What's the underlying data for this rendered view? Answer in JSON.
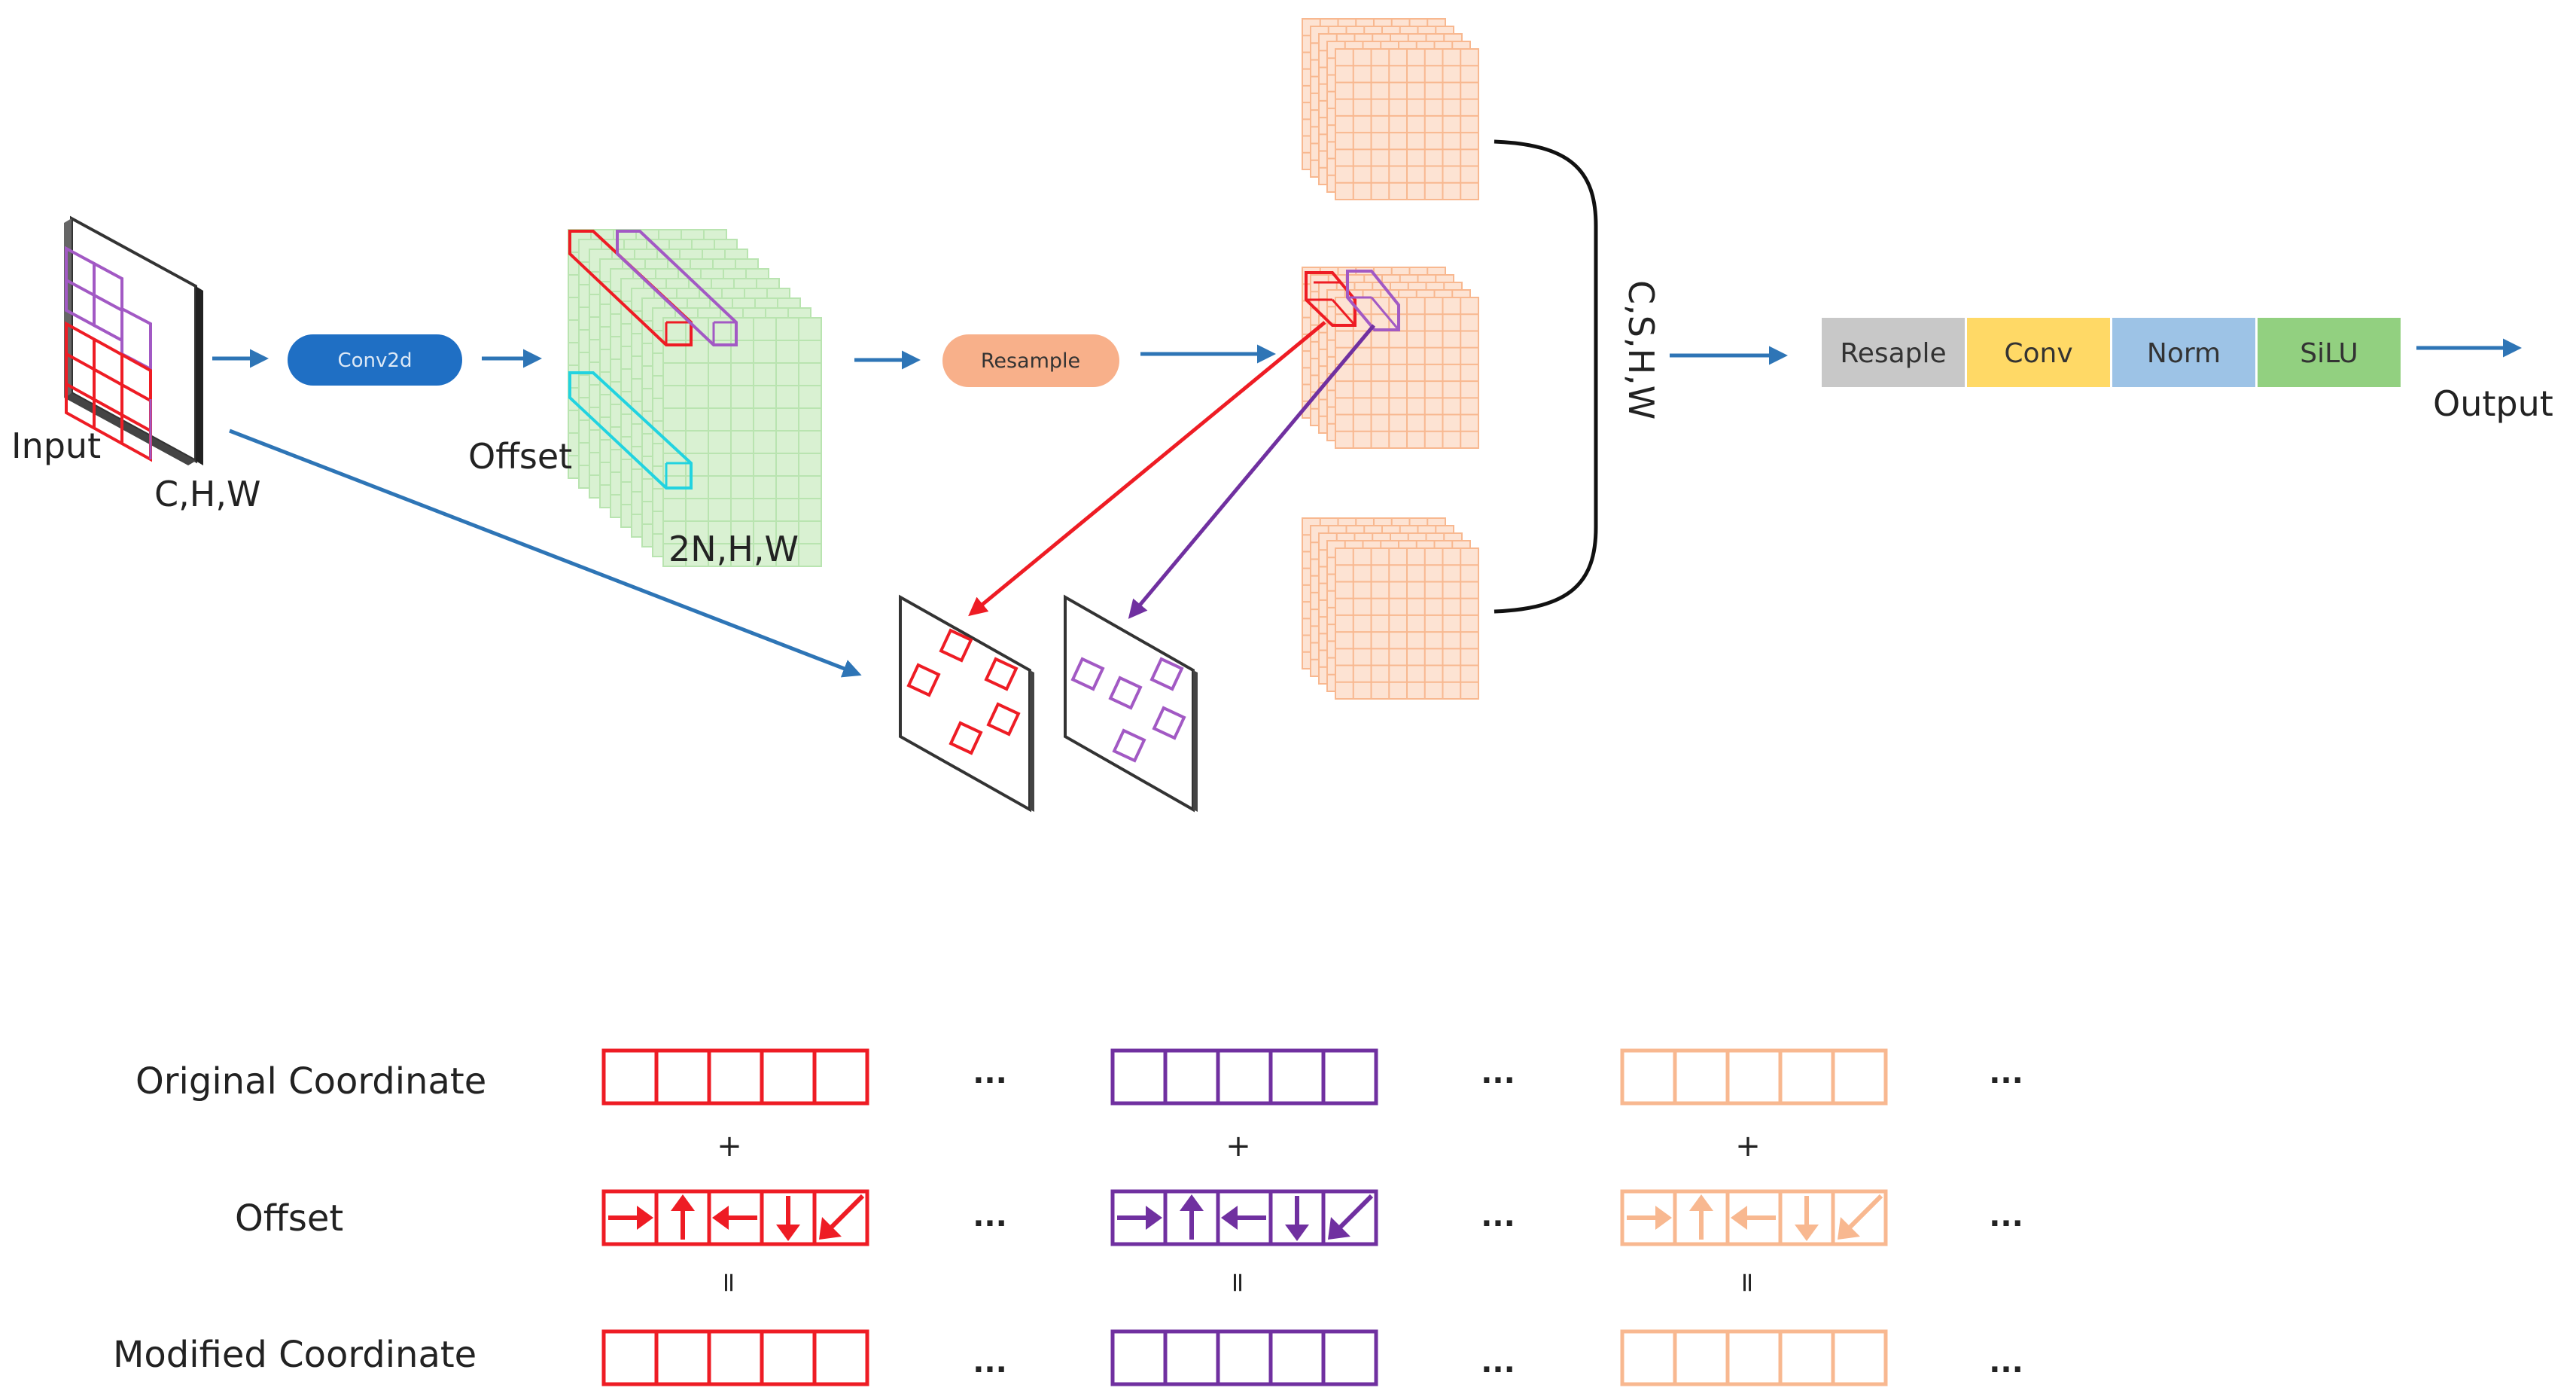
{
  "labels": {
    "input": "Input",
    "input_dims": "C,H,W",
    "offset": "Offset",
    "offset_dims": "2N,H,W",
    "output": "Output",
    "concat_dims": "C,S,H,W",
    "original_coordinate": "Original Coordinate",
    "offset_row": "Offset",
    "modified_coordinate": "Modified Coordinate",
    "plus": "+",
    "equals": "=",
    "ellipsis": "..."
  },
  "ops": {
    "conv2d": "Conv2d",
    "resample": "Resample"
  },
  "pipeline": [
    {
      "label": "Resaple",
      "color": "#c8c8c8"
    },
    {
      "label": "Conv",
      "color": "#ffd966"
    },
    {
      "label": "Norm",
      "color": "#9dc3e6"
    },
    {
      "label": "SiLU",
      "color": "#92d080"
    }
  ],
  "colors": {
    "arrow_blue": "#2e75b6",
    "conv2d_fill": "#1f6fc4",
    "resample_fill": "#f8b08a",
    "offset_grid": "#b9e4b0",
    "sample_grid": "#f8b890",
    "red": "#ee1c24",
    "purple": "#7030a0",
    "peach": "#f8b890",
    "cyan": "#22d3e0"
  },
  "coordinate_groups": [
    {
      "color": "#ee1c24"
    },
    {
      "color": "#7030a0"
    },
    {
      "color": "#f8b890"
    }
  ],
  "offset_arrows": [
    "right-arrow-icon",
    "up-arrow-icon",
    "left-arrow-icon",
    "down-arrow-icon",
    "down-left-arrow-icon"
  ]
}
